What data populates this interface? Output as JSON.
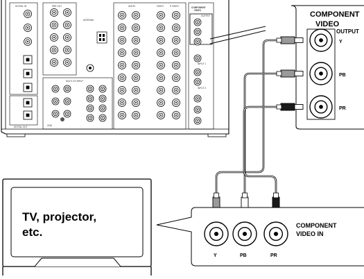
{
  "callout_output": {
    "title_line1": "COMPONENT",
    "title_line2": "VIDEO",
    "subtitle": "OUTPUT",
    "jacks": [
      "Y",
      "PB",
      "PR"
    ]
  },
  "callout_input": {
    "label_line1": "COMPONENT",
    "label_line2": "VIDEO  IN",
    "jacks": [
      "Y",
      "PB",
      "PR"
    ]
  },
  "tv": {
    "label_line1": "TV, projector,",
    "label_line2": "etc."
  },
  "receiver_panel": {
    "component_header_line1": "COMPONENT",
    "component_header_line2": "VIDEO",
    "component_output": "OUTPUT",
    "digital_in": "DIGITAL IN",
    "digital_out": "DIGITAL OUT",
    "pre_out": "PRE OUT",
    "antenna": "ANTENNA",
    "audio": "AUDIO",
    "video": "VIDEO",
    "s_video": "S VIDEO",
    "multi_ch_input": "MULTI CH INPUT",
    "gnd": "GND",
    "input_1": "INPUT 1",
    "input_2": "INPUT 2"
  },
  "colors": {
    "line": "#000000",
    "cable_gray": "#9a9a9a",
    "cable_white": "#ffffff",
    "cable_black": "#1a1a1a",
    "panel_fill": "#ffffff"
  }
}
